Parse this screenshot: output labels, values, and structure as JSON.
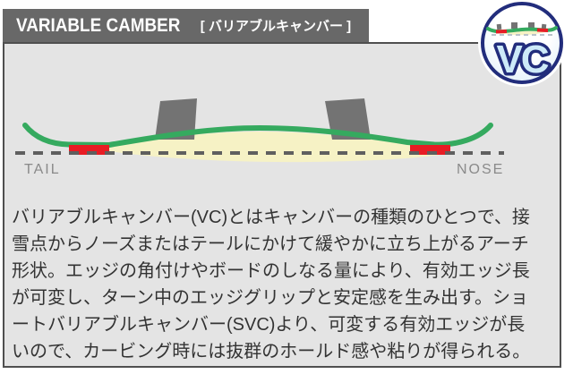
{
  "header": {
    "title": "VARIABLE CAMBER",
    "subtitle": "[ バリアブルキャンバー ]"
  },
  "badge": {
    "label": "VC"
  },
  "diagram": {
    "tail_label": "TAIL",
    "nose_label": "NOSE"
  },
  "description": {
    "lines": [
      "バリアブルキャンバー(VC)とはキャンバーの種類のひとつで、接",
      "雪点からノーズまたはテールにかけて緩やかに立ち上がるアーチ",
      "形状。エッジの角付けやボードのしなる量により、有効エッジ長",
      "が可変し、ターン中のエッジグリップと安定感を生み出す。ショ",
      "ートバリアブルキャンバー(SVC)より、可変する有効エッジが長",
      "いので、カービング時には抜群のホールド感や粘りが得られる。"
    ]
  },
  "colors": {
    "board_green": "#35aa5f",
    "contact_red": "#e81c24",
    "camber_gap_yellow": "#f6f2c5",
    "binding_gray": "#737373",
    "baseline_gray": "#5f5f5f",
    "header_gray": "#686868",
    "panel_bg": "#e4e4e4",
    "badge_blue": "#222d7c",
    "badge_letter_fill": "#cdeaf8"
  }
}
